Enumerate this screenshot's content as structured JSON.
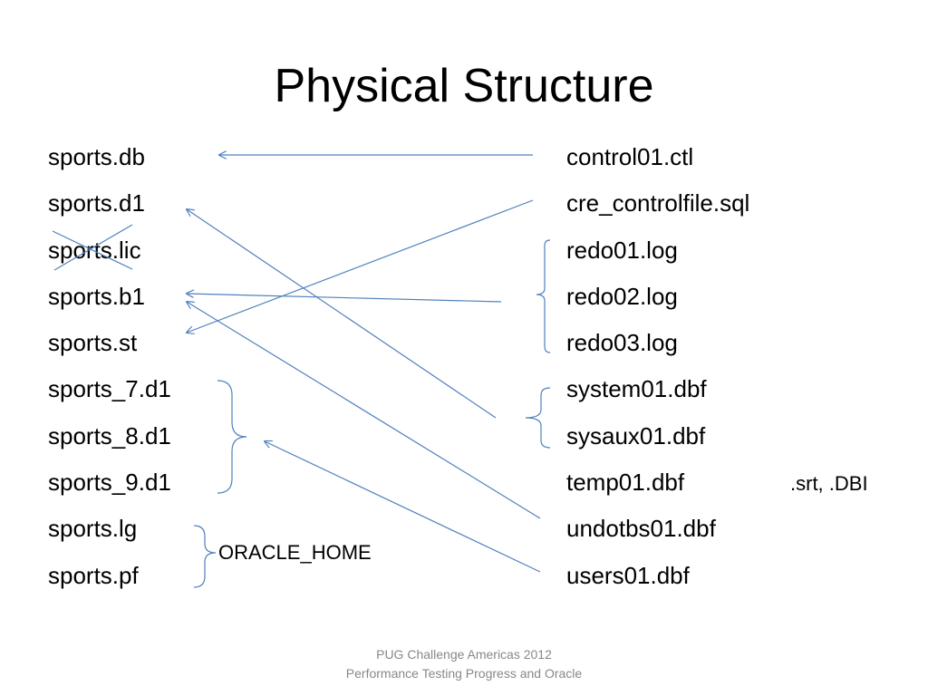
{
  "title": "Physical Structure",
  "left_files": [
    "sports.db",
    "sports.d1",
    "sports.lic",
    "sports.b1",
    "sports.st",
    "sports_7.d1",
    "sports_8.d1",
    "sports_9.d1",
    "sports.lg",
    "sports.pf"
  ],
  "right_files": [
    "control01.ctl",
    "cre_controlfile.sql",
    "redo01.log",
    "redo02.log",
    "redo03.log",
    "system01.dbf",
    "sysaux01.dbf",
    "temp01.dbf",
    "undotbs01.dbf",
    "users01.dbf"
  ],
  "notes": {
    "srt_dbi": ".srt, .DBI",
    "oracle_home": "ORACLE_HOME"
  },
  "footer": {
    "line1": "PUG Challenge Americas 2012",
    "line2": "Performance Testing Progress and Oracle"
  },
  "colors": {
    "connector": "#4f81bd",
    "footer_text": "#888888"
  },
  "mappings": [
    {
      "from": "control01.ctl",
      "to": "sports.db"
    },
    {
      "from": "sysaux01.dbf / system01.dbf",
      "to": "sports.d1"
    },
    {
      "from": "redo01.log / redo02.log / redo03.log",
      "to": "sports.b1"
    },
    {
      "from": "cre_controlfile.sql",
      "to": "sports.st"
    },
    {
      "from": "undotbs01.dbf",
      "to": "sports.b1"
    },
    {
      "from": "users01.dbf",
      "to": "sports_7.d1 / sports_8.d1 / sports_9.d1"
    }
  ],
  "crossed_out": "sports.lic"
}
